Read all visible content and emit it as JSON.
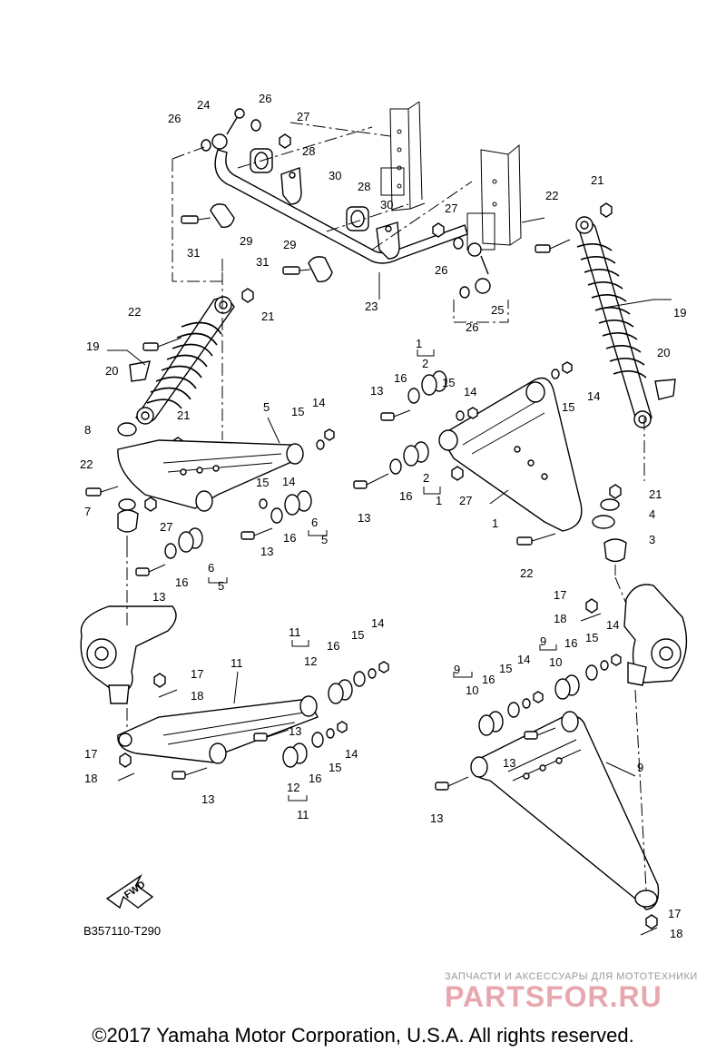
{
  "diagram": {
    "code": "B357110-T290",
    "fwd_label": "FWD",
    "copyright": "©2017 Yamaha Motor Corporation, U.S.A. All rights reserved.",
    "watermark_small": "ЗАПЧАСТИ И АКСЕССУАРЫ ДЛЯ МОТОТЕХНИКИ",
    "watermark_big": "PARTSFOR.RU"
  },
  "callouts": [
    "1",
    "2",
    "3",
    "4",
    "5",
    "6",
    "7",
    "8",
    "9",
    "10",
    "11",
    "12",
    "13",
    "14",
    "15",
    "16",
    "17",
    "18",
    "19",
    "20",
    "21",
    "22",
    "23",
    "24",
    "25",
    "26",
    "27",
    "28",
    "29",
    "30",
    "31"
  ],
  "callout_labels": [
    {
      "n": "26"
    },
    {
      "n": "24"
    },
    {
      "n": "26"
    },
    {
      "n": "27"
    },
    {
      "n": "28"
    },
    {
      "n": "30"
    },
    {
      "n": "28"
    },
    {
      "n": "30"
    },
    {
      "n": "27"
    },
    {
      "n": "31"
    },
    {
      "n": "29"
    },
    {
      "n": "29"
    },
    {
      "n": "31"
    },
    {
      "n": "26"
    },
    {
      "n": "23"
    },
    {
      "n": "25"
    },
    {
      "n": "26"
    },
    {
      "n": "21"
    },
    {
      "n": "22"
    },
    {
      "n": "22"
    },
    {
      "n": "21"
    },
    {
      "n": "19"
    },
    {
      "n": "20"
    },
    {
      "n": "19"
    },
    {
      "n": "20"
    },
    {
      "n": "1"
    },
    {
      "n": "2"
    },
    {
      "n": "16"
    },
    {
      "n": "13"
    },
    {
      "n": "15"
    },
    {
      "n": "14"
    },
    {
      "n": "15"
    },
    {
      "n": "14"
    },
    {
      "n": "5"
    },
    {
      "n": "14"
    },
    {
      "n": "15"
    },
    {
      "n": "8"
    },
    {
      "n": "21"
    },
    {
      "n": "22"
    },
    {
      "n": "15"
    },
    {
      "n": "14"
    },
    {
      "n": "6"
    },
    {
      "n": "5"
    },
    {
      "n": "7"
    },
    {
      "n": "27"
    },
    {
      "n": "16"
    },
    {
      "n": "13"
    },
    {
      "n": "2"
    },
    {
      "n": "1"
    },
    {
      "n": "16"
    },
    {
      "n": "13"
    },
    {
      "n": "27"
    },
    {
      "n": "1"
    },
    {
      "n": "21"
    },
    {
      "n": "4"
    },
    {
      "n": "3"
    },
    {
      "n": "22"
    },
    {
      "n": "13"
    },
    {
      "n": "16"
    },
    {
      "n": "6"
    },
    {
      "n": "5"
    },
    {
      "n": "17"
    },
    {
      "n": "18"
    },
    {
      "n": "11"
    },
    {
      "n": "12"
    },
    {
      "n": "16"
    },
    {
      "n": "15"
    },
    {
      "n": "14"
    },
    {
      "n": "11"
    },
    {
      "n": "17"
    },
    {
      "n": "18"
    },
    {
      "n": "13"
    },
    {
      "n": "17"
    },
    {
      "n": "18"
    },
    {
      "n": "13"
    },
    {
      "n": "12"
    },
    {
      "n": "11"
    },
    {
      "n": "16"
    },
    {
      "n": "15"
    },
    {
      "n": "14"
    },
    {
      "n": "9"
    },
    {
      "n": "10"
    },
    {
      "n": "16"
    },
    {
      "n": "15"
    },
    {
      "n": "14"
    },
    {
      "n": "9"
    },
    {
      "n": "10"
    },
    {
      "n": "16"
    },
    {
      "n": "15"
    },
    {
      "n": "14"
    },
    {
      "n": "13"
    },
    {
      "n": "9"
    },
    {
      "n": "13"
    },
    {
      "n": "17"
    },
    {
      "n": "18"
    }
  ]
}
